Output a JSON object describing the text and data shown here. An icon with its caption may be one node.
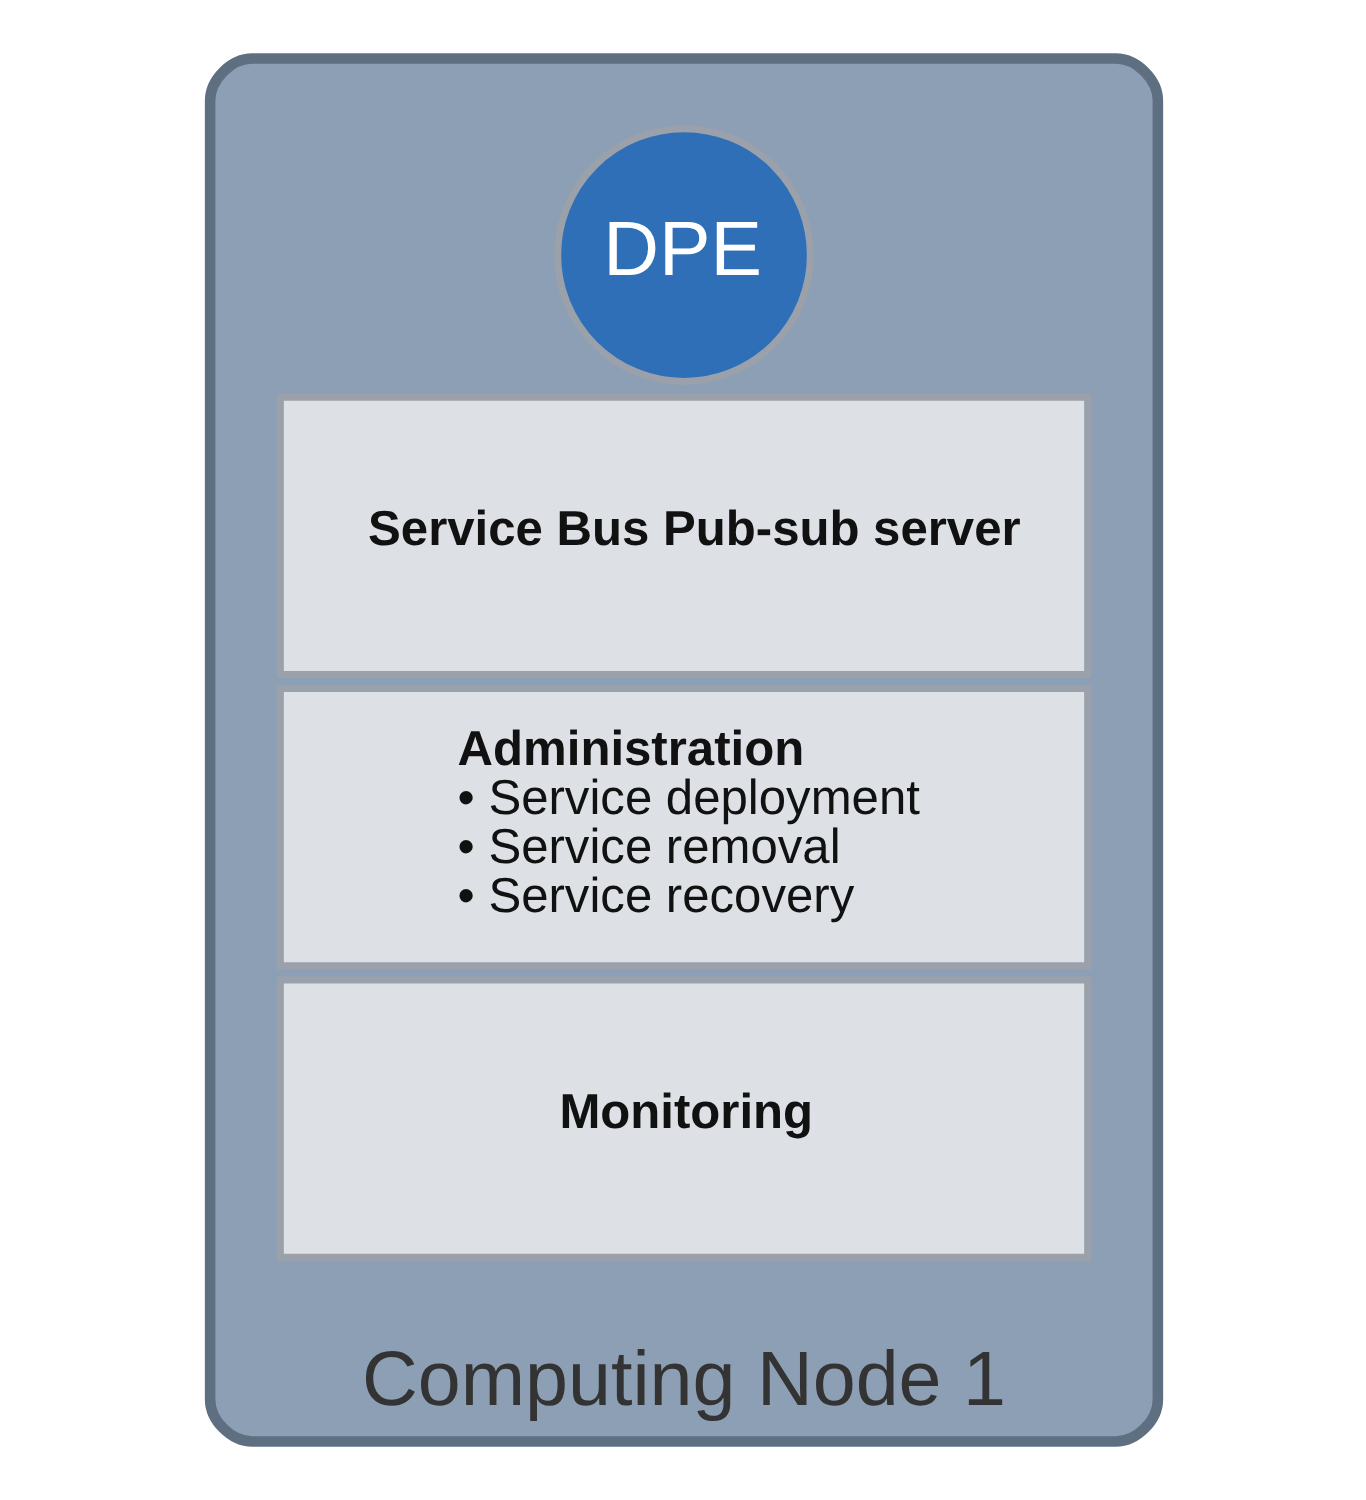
{
  "diagram": {
    "nodes": [
      {
        "text": [
          "Computing Node 1"
        ]
      },
      {
        "text": [
          "DPE"
        ],
        "in": 0
      },
      {
        "text": [
          "Service Bus Pub-sub server"
        ],
        "in": 0
      },
      {
        "text": [
          "Administration",
          "• Service deployment",
          "• Service removal",
          "• Service recovery"
        ],
        "in": 0
      },
      {
        "text": [
          "Monitoring"
        ],
        "in": 0
      }
    ],
    "edges": []
  }
}
